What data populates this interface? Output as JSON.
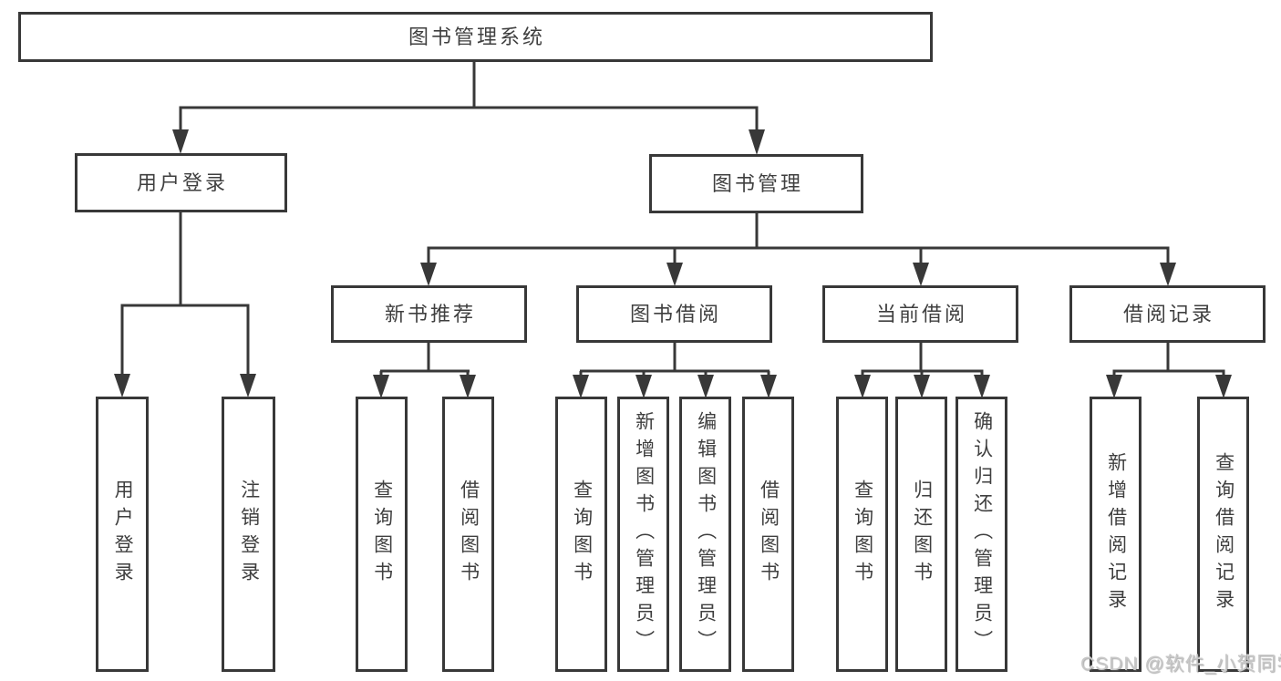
{
  "diagram": {
    "type": "hierarchy-tree",
    "colors": {
      "line": "#383838",
      "text": "#3f3f3f",
      "box_background": "#ffffff",
      "watermark_text": "#c7c7c7"
    },
    "tree": {
      "label": "图书管理系统",
      "children": [
        {
          "label": "用户登录",
          "children": [
            {
              "label": "用户登录"
            },
            {
              "label": "注销登录"
            }
          ]
        },
        {
          "label": "图书管理",
          "children": [
            {
              "label": "新书推荐",
              "children": [
                {
                  "label": "查询图书"
                },
                {
                  "label": "借阅图书"
                }
              ]
            },
            {
              "label": "图书借阅",
              "children": [
                {
                  "label": "查询图书"
                },
                {
                  "label": "新增图书（管理员）"
                },
                {
                  "label": "编辑图书（管理员）"
                },
                {
                  "label": "借阅图书"
                }
              ]
            },
            {
              "label": "当前借阅",
              "children": [
                {
                  "label": "查询图书"
                },
                {
                  "label": "归还图书"
                },
                {
                  "label": "确认归还（管理员）"
                }
              ]
            },
            {
              "label": "借阅记录",
              "children": [
                {
                  "label": "新增借阅记录"
                },
                {
                  "label": "查询借阅记录"
                }
              ]
            }
          ]
        }
      ]
    },
    "watermark": {
      "text": "CSDN @软件_小贺同学"
    }
  }
}
